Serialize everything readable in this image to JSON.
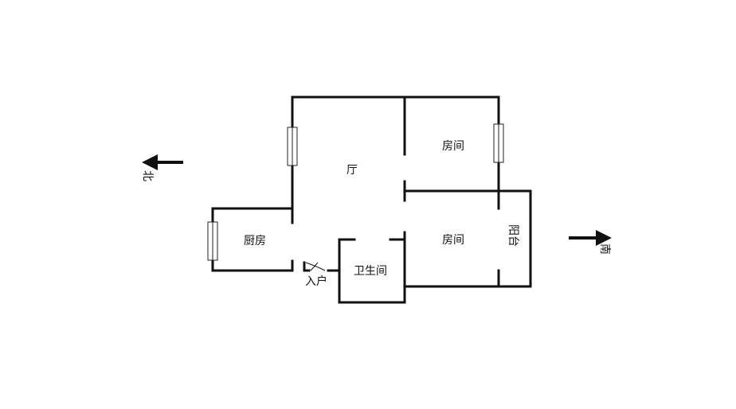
{
  "rooms": {
    "living": "厅",
    "bedroom_north": "房间",
    "bedroom_south": "房间",
    "kitchen": "厨房",
    "bathroom": "卫生间",
    "balcony": "阳台",
    "entrance": "入户"
  },
  "compass": {
    "north": "北",
    "south": "南"
  }
}
